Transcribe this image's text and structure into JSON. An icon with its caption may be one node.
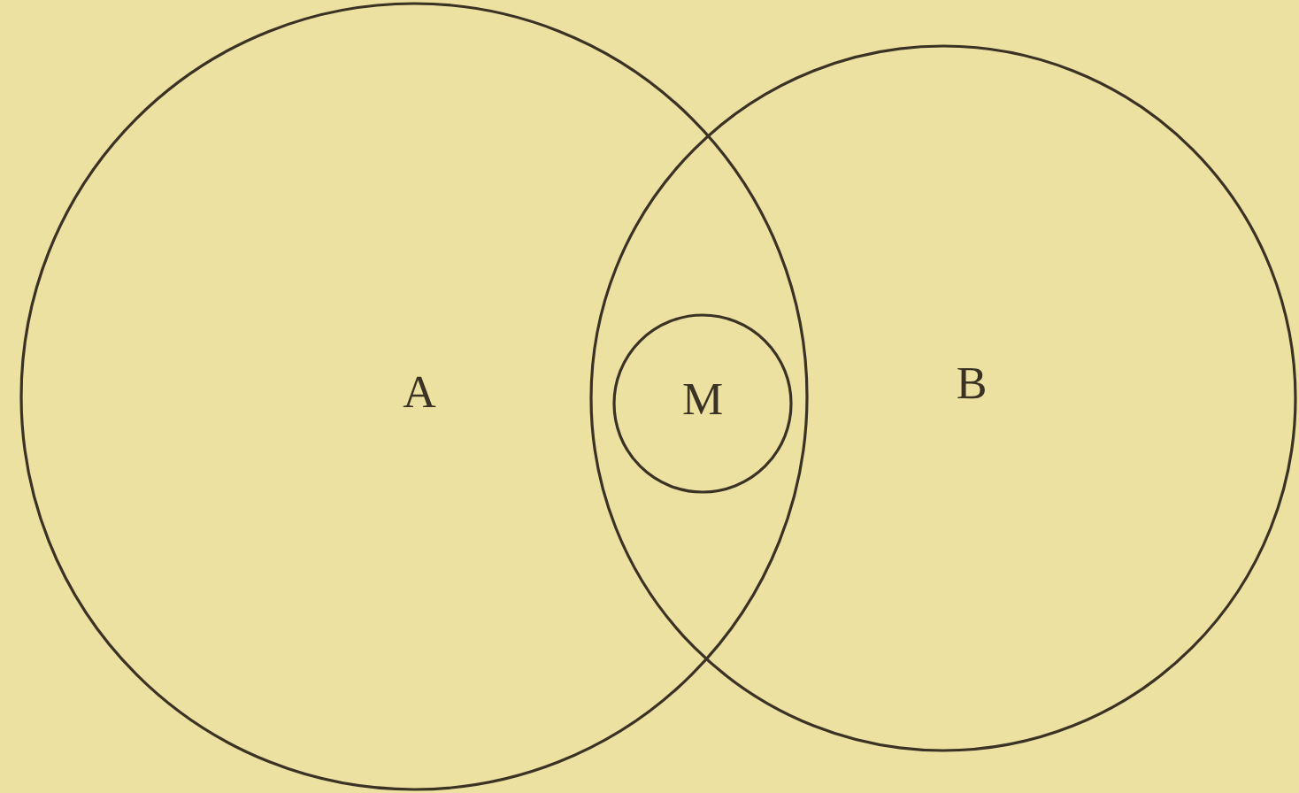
{
  "diagram": {
    "nodes": [
      {
        "text": [
          "A"
        ]
      },
      {
        "text": [
          "B"
        ]
      },
      {
        "text": [
          "M"
        ]
      }
    ]
  }
}
